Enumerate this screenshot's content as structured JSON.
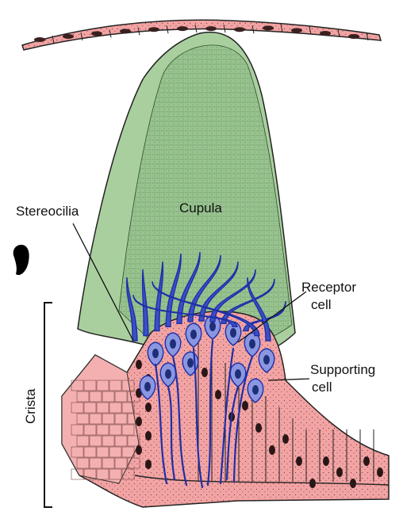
{
  "labels": {
    "cupula": "Cupula",
    "stereocilia": "Stereocilia",
    "receptor_line1": "Receptor",
    "receptor_line2": "cell",
    "supporting_line1": "Supporting",
    "supporting_line2": "cell",
    "crista": "Crista"
  },
  "colors": {
    "cupula_fill": "#a9cf9f",
    "cupula_dark": "#8cbc84",
    "tissue_fill": "#f2a3a3",
    "tissue_dark": "#e58d8d",
    "receptor_blue": "#1e2fa8",
    "receptor_light": "#8a97e0",
    "outline": "#222222"
  }
}
